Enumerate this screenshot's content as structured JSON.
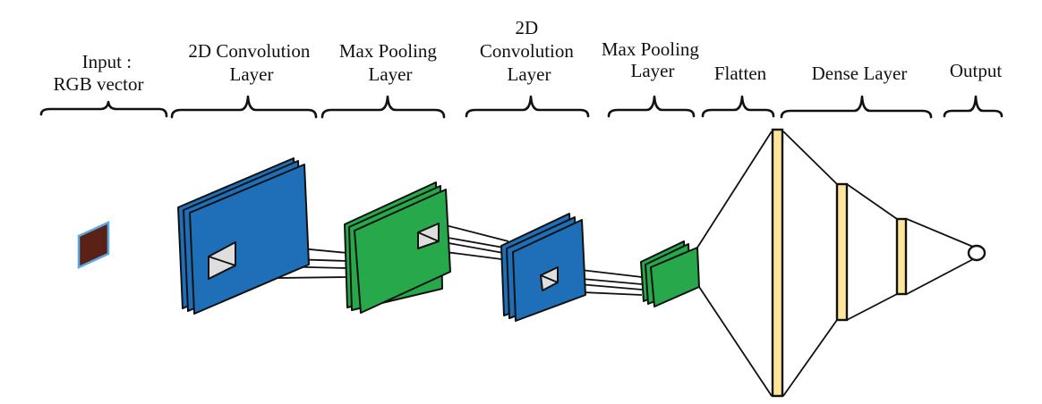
{
  "title": "CNN architecture diagram",
  "stages": [
    {
      "id": "input",
      "lines": [
        "Input :",
        "RGB vector"
      ]
    },
    {
      "id": "conv1",
      "lines": [
        "2D Convolution",
        "Layer"
      ]
    },
    {
      "id": "pool1",
      "lines": [
        "Max Pooling",
        "Layer"
      ]
    },
    {
      "id": "conv2",
      "lines": [
        "2D",
        "Convolution",
        "Layer"
      ]
    },
    {
      "id": "pool2",
      "lines": [
        "Max Pooling",
        "Layer"
      ]
    },
    {
      "id": "flatten",
      "lines": [
        "Flatten"
      ]
    },
    {
      "id": "dense",
      "lines": [
        "Dense Layer"
      ]
    },
    {
      "id": "output",
      "lines": [
        "Output"
      ]
    }
  ],
  "colors": {
    "conv": "#1f6fb8",
    "pool": "#27a94b",
    "dense": "#fde59a",
    "input_patch": "#5a2216",
    "input_border": "#5aa7e6",
    "kernel": "#dedede",
    "ink": "#111111"
  },
  "feature_map_counts": {
    "conv1": 3,
    "pool1": 3,
    "conv2": 3,
    "pool2": 3
  },
  "dense_units_visual": [
    "flatten-bar",
    "dense-bar-1",
    "dense-bar-2",
    "output-node"
  ]
}
